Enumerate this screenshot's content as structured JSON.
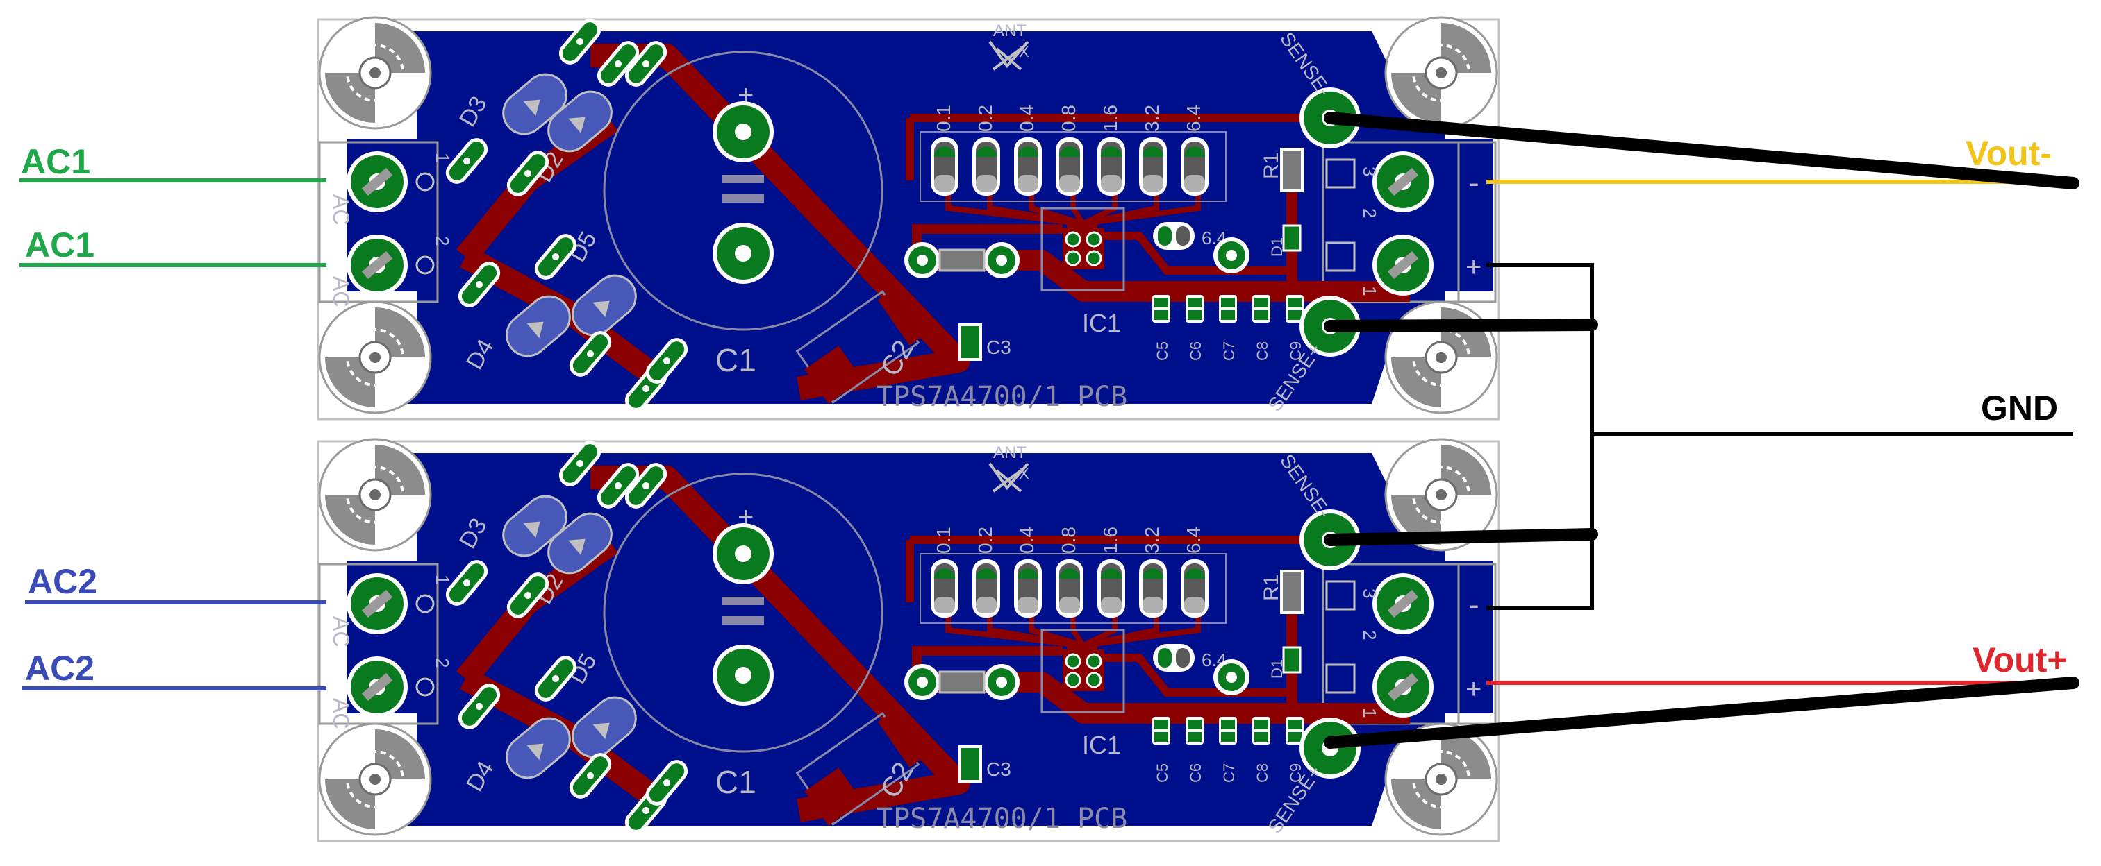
{
  "external_labels": {
    "ac1_top": "AC1",
    "ac1_bottom": "AC1",
    "ac2_top": "AC2",
    "ac2_bottom": "AC2",
    "vout_minus": "Vout-",
    "gnd": "GND",
    "vout_plus": "Vout+"
  },
  "board": {
    "title": "TPS7A4700/1 PCB",
    "logo_text": "ANT",
    "logo_mark": "X",
    "cap_c1": "C1",
    "cap_c2": "C2",
    "cap_c3": "C3",
    "ic": "IC1",
    "resistor_r1": "R1",
    "d1": "D1",
    "d2": "D2",
    "d3": "D3",
    "d4": "D4",
    "d5": "D5",
    "sense_minus": "SENSE-",
    "sense_plus": "SENSE+",
    "ac_left_1": "AC",
    "ac_left_2": "AC",
    "pin1": "1",
    "pin2": "2",
    "pin_minus": "-",
    "pin_plus": "+",
    "pin_out1": "1",
    "pin_out2": "2",
    "pin_out3": "3",
    "plus_sign": "+",
    "jumpers": [
      "0.1",
      "0.2",
      "0.4",
      "0.8",
      "1.6",
      "3.2",
      "6.4"
    ],
    "small_caps": [
      "C5",
      "C6",
      "C7",
      "C8",
      "C9"
    ],
    "jumper_64": "6.4"
  },
  "colors": {
    "board_blue": "#000f8c",
    "copper_red": "#8b0000",
    "pad_green": "#0a7a1e",
    "ac1_green": "#1fa84a",
    "ac2_blue": "#3a4bb8",
    "vout_minus_yellow": "#f0c419",
    "vout_plus_red": "#e0262d",
    "gnd_black": "#000000"
  }
}
